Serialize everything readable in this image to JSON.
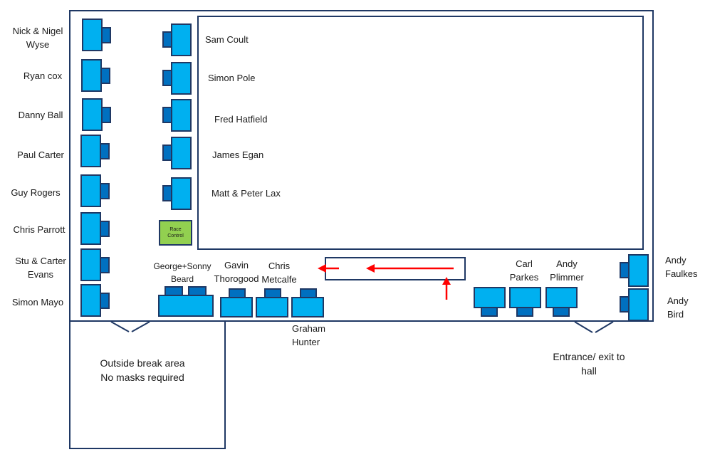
{
  "colors": {
    "desk": "#00b0f0",
    "chair": "#0070c0",
    "outline": "#1f3864",
    "race_control": "#92d050",
    "arrow": "#ff0000"
  },
  "left_column": [
    {
      "label": "Nick & Nigel\nWyse"
    },
    {
      "label": "Ryan cox"
    },
    {
      "label": "Danny Ball"
    },
    {
      "label": "Paul Carter"
    },
    {
      "label": "Guy Rogers"
    },
    {
      "label": "Chris Parrott"
    },
    {
      "label": "Stu & Carter\nEvans"
    },
    {
      "label": "Simon Mayo"
    }
  ],
  "inner_column": [
    {
      "label": "Sam Coult"
    },
    {
      "label": "Simon Pole"
    },
    {
      "label": "Fred Hatfield"
    },
    {
      "label": "James Egan"
    },
    {
      "label": "Matt & Peter Lax"
    }
  ],
  "race_control": "Race\nControl",
  "bottom_row": {
    "george_sonny": "George+Sonny\nBeard",
    "gavin": "Gavin\nThorogood",
    "chris_m": "Chris\nMetcalfe",
    "graham": "Graham\nHunter",
    "carl": "Carl\nParkes",
    "andy_p": "Andy\nPlimmer"
  },
  "right_side": {
    "andy_f": "Andy\nFaulkes",
    "andy_b": "Andy\nBird"
  },
  "outside_area": "Outside break area\nNo masks required",
  "entrance": "Entrance/ exit to\nhall"
}
